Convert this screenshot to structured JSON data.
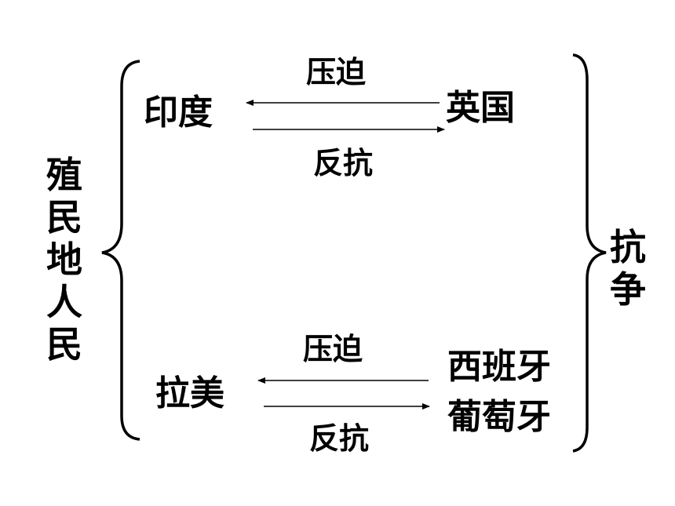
{
  "left_group": {
    "label": "殖民地人民"
  },
  "right_group": {
    "label": "抗争"
  },
  "top_pair": {
    "colony": "印度",
    "colonizer": "英国",
    "arrow_to_colony": "压迫",
    "arrow_to_colonizer": "反抗"
  },
  "bottom_pair": {
    "colony": "拉美",
    "colonizer_line1": "西班牙",
    "colonizer_line2": "葡萄牙",
    "arrow_to_colony": "压迫",
    "arrow_to_colonizer": "反抗"
  },
  "colors": {
    "text": "#000000",
    "background": "#ffffff"
  }
}
